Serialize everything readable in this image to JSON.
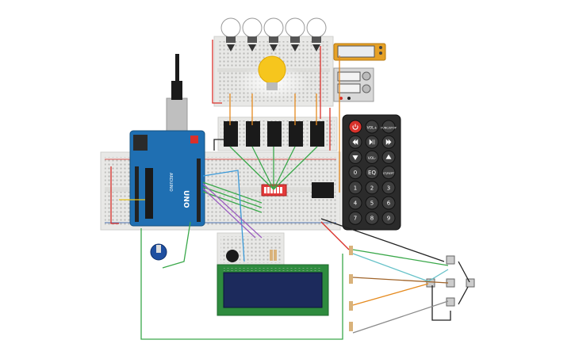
{
  "arduino": {
    "board_label": "UNO",
    "brand_label": "ARDUINO"
  },
  "remote": {
    "buttons": [
      {
        "label": "",
        "name": "power"
      },
      {
        "label": "VOL+",
        "name": "vol-up"
      },
      {
        "label": "FUNC/STOP",
        "name": "func-stop"
      },
      {
        "label": "",
        "name": "rewind"
      },
      {
        "label": "",
        "name": "play-pause"
      },
      {
        "label": "",
        "name": "fast-forward"
      },
      {
        "label": "",
        "name": "down"
      },
      {
        "label": "VOL-",
        "name": "vol-down"
      },
      {
        "label": "",
        "name": "up"
      },
      {
        "label": "0",
        "name": "0"
      },
      {
        "label": "EQ",
        "name": "eq"
      },
      {
        "label": "ST/REPT",
        "name": "st-rept"
      },
      {
        "label": "1",
        "name": "1"
      },
      {
        "label": "2",
        "name": "2"
      },
      {
        "label": "3",
        "name": "3"
      },
      {
        "label": "4",
        "name": "4"
      },
      {
        "label": "5",
        "name": "5"
      },
      {
        "label": "6",
        "name": "6"
      },
      {
        "label": "7",
        "name": "7"
      },
      {
        "label": "8",
        "name": "8"
      },
      {
        "label": "9",
        "name": "9"
      }
    ]
  },
  "colors": {
    "breadboard": "#e8e8e6",
    "arduino": "#1f6fb2",
    "lcd_board": "#2e8b3e",
    "lcd_screen": "#1c2a5c",
    "remote": "#2b2b2b",
    "power_button": "#d8322b",
    "dip_switch": "#e43a3a",
    "wire_green": "#3aa84a",
    "wire_red": "#d9302a",
    "wire_orange": "#e58a1f",
    "wire_purple": "#9b5fc0",
    "wire_blue": "#3b9ad9",
    "wire_black": "#222222",
    "wire_teal": "#67c2c9",
    "wire_gray": "#8a8a8a",
    "wire_brown": "#a0642a",
    "bulb_lit": "#f6c61d"
  }
}
